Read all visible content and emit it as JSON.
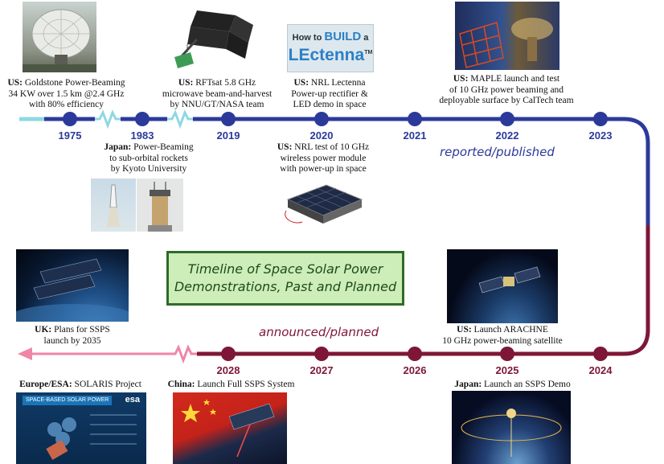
{
  "title": {
    "line1": "Timeline of Space Solar Power",
    "line2": "Demonstrations, Past and Planned"
  },
  "phases": {
    "reported": "reported/published",
    "announced": "announced/planned"
  },
  "top_years": [
    "1975",
    "1983",
    "2019",
    "2020",
    "2021",
    "2022",
    "2023"
  ],
  "bottom_years": [
    "2028",
    "2027",
    "2026",
    "2025",
    "2024"
  ],
  "colors": {
    "top_line": "#2b3a9a",
    "top_dots": "#2b3a9a",
    "bottom_line": "#7e1737",
    "bottom_dots": "#7e1737",
    "past_start": "#8fd8e2",
    "future_arrow": "#ef86a6",
    "title_fill": "#cdeeb8",
    "title_border": "#2f6b2a"
  },
  "events": {
    "goldstone": {
      "who": "US:",
      "line1": "Goldstone Power-Beaming",
      "line2": "34 KW over 1.5 km @2.4 GHz",
      "line3": "with 80% efficiency"
    },
    "kyoto": {
      "who": "Japan:",
      "line1": "Power-Beaming",
      "line2": "to sub-orbital rockets",
      "line3": "by Kyoto University"
    },
    "rftsat": {
      "who": "US:",
      "line1": "RFTsat 5.8 GHz",
      "line2": "microwave beam-and-harvest",
      "line3": "by NNU/GT/NASA team"
    },
    "lectenna": {
      "who": "US:",
      "line1": "NRL Lectenna",
      "line2": "Power-up rectifier &",
      "line3": "LED demo in space",
      "book_a": "How to",
      "book_b": "BUILD",
      "book_c": "a",
      "book_d": "LEctenna",
      "book_tm": "TM"
    },
    "nrl_module": {
      "who": "US:",
      "line1": "NRL test of 10 GHz",
      "line2": "wireless power module",
      "line3": "with power-up in space"
    },
    "maple": {
      "who": "US:",
      "line1": "MAPLE launch and test",
      "line2": "of 10 GHz power beaming and",
      "line3": "deployable surface by CalTech team"
    },
    "uk": {
      "who": "UK:",
      "line1": "Plans for SSPS",
      "line2": "launch by 2035"
    },
    "arachne": {
      "who": "US:",
      "line1": "Launch ARACHNE",
      "line2": "10 GHz power-beaming satellite"
    },
    "esa": {
      "who": "Europe/ESA:",
      "line1": "SOLARIS Project",
      "banner": "SPACE-BASED SOLAR POWER",
      "logo": "esa"
    },
    "china": {
      "who": "China:",
      "line1": "Launch Full SSPS System"
    },
    "japan_demo": {
      "who": "Japan:",
      "line1": "Launch an SSPS Demo"
    }
  }
}
